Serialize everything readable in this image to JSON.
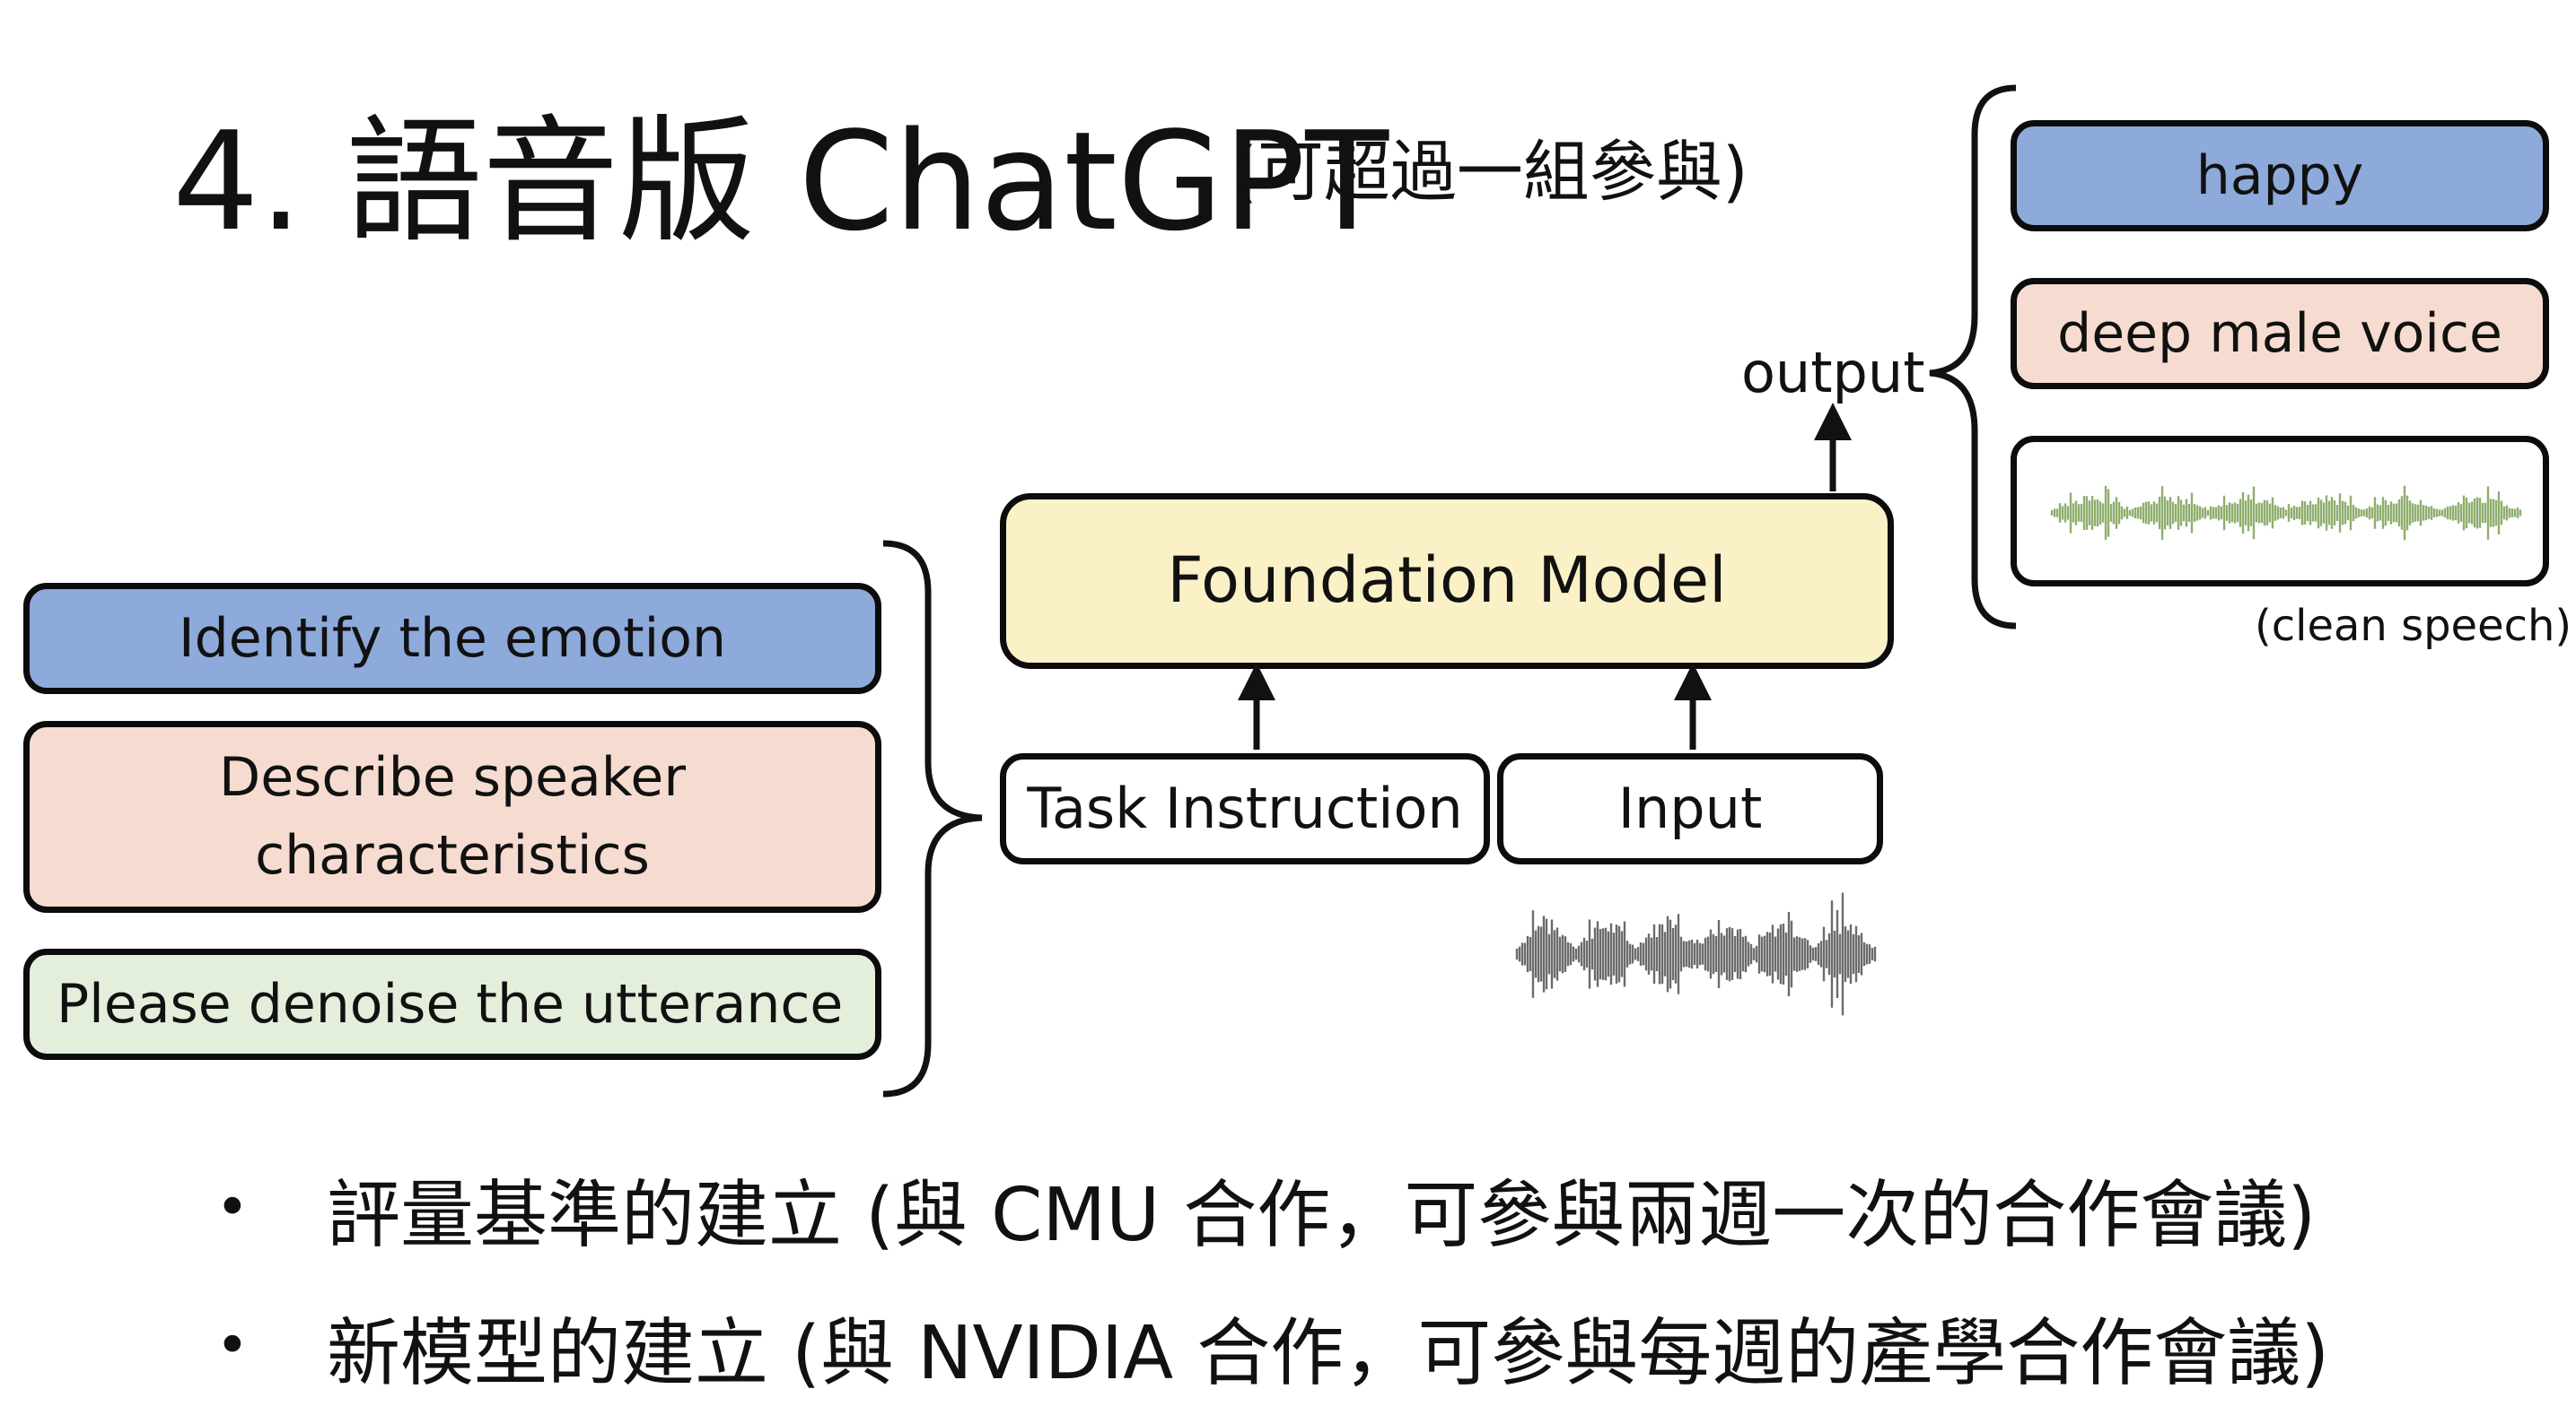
{
  "title": {
    "main": "4. 語音版 ChatGPT",
    "sub": "(可超過一組參與)"
  },
  "diagram": {
    "instructions": [
      {
        "text": "Identify the emotion",
        "color": "#8eaadb"
      },
      {
        "line1": "Describe speaker",
        "line2": "characteristics",
        "color": "#f6dcd0"
      },
      {
        "text": "Please denoise the utterance",
        "color": "#e3efdb"
      }
    ],
    "model": {
      "text": "Foundation Model",
      "color": "#fbf1c7"
    },
    "task_instruction": "Task Instruction",
    "input": "Input",
    "output_label": "output",
    "outputs": [
      {
        "text": "happy",
        "color": "#8eaadb"
      },
      {
        "text": "deep male voice",
        "color": "#f6dcd0"
      }
    ],
    "clean_speech_caption": "(clean speech)",
    "waveform_colors": {
      "input": "#6b6b6b",
      "output": "#8fae6e"
    }
  },
  "bullets": [
    {
      "symbol": "•",
      "text": "評量基準的建立 (與 CMU 合作，可參與兩週一次的合作會議)"
    },
    {
      "symbol": "•",
      "text": "新模型的建立 (與 NVIDIA 合作，可參與每週的產學合作會議)"
    }
  ]
}
